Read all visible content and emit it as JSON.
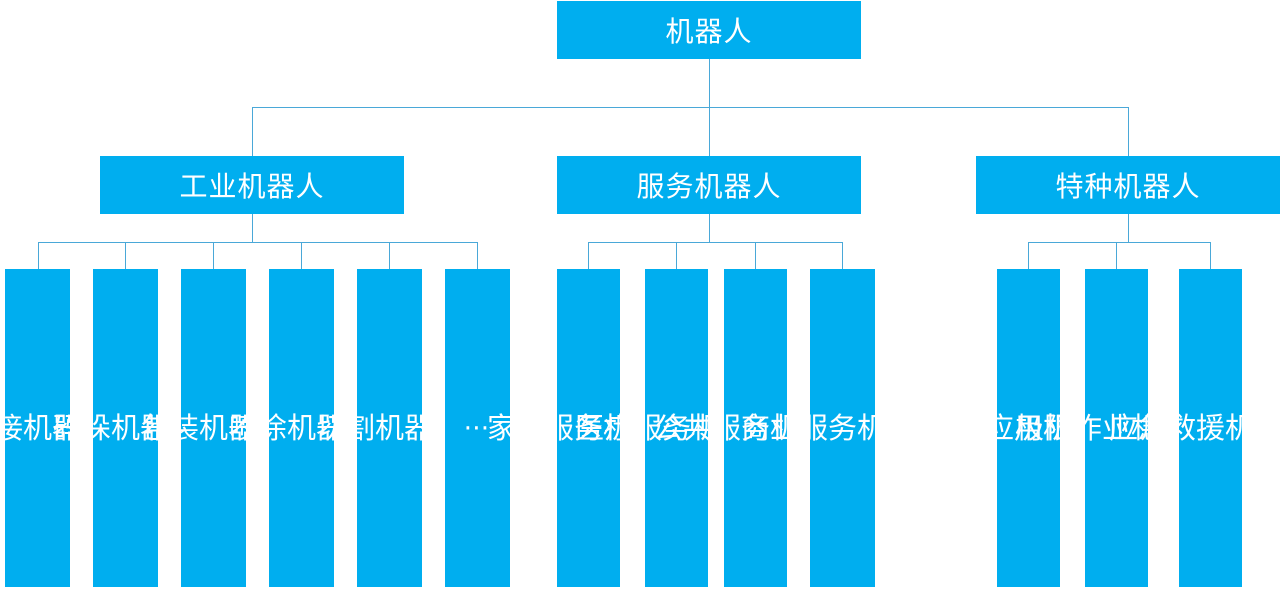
{
  "colors": {
    "box": "#00aeef",
    "text": "#ffffff",
    "connector": "#4aa8d8"
  },
  "root": "机器人",
  "categories": [
    {
      "label": "工业机器人",
      "children": [
        "焊接机器人",
        "码垛机器人",
        "包装机器人",
        "喷涂机器人",
        "切割机器人",
        "…"
      ]
    },
    {
      "label": "服务机器人",
      "children": [
        "家用服务机器人",
        "医疗服务机器人",
        "公共服务机器人",
        "商业服务机器人"
      ]
    },
    {
      "label": "特种机器人",
      "children": [
        "军事应用机器人",
        "极限作业机器人",
        "应急救援机器人"
      ]
    }
  ]
}
